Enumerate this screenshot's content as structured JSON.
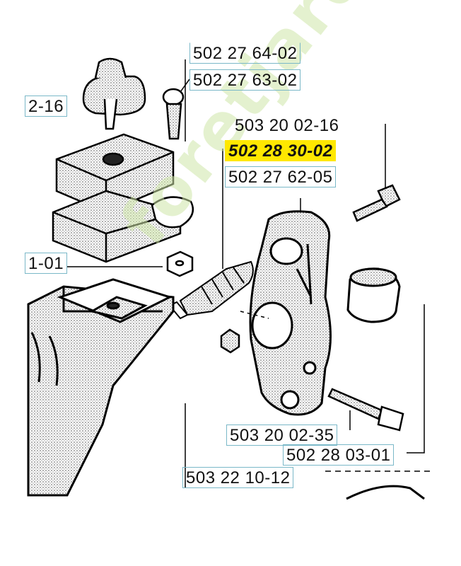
{
  "labels": {
    "l1": "502 27 64-02",
    "l2": "502 27 63-02",
    "l3": "2-16",
    "l4": "503 20 02-16",
    "l5": "502 28 30-02",
    "l6": "502 27 62-05",
    "l7": "1-01",
    "l8": "503 20 02-35",
    "l9": "502 28 03-01",
    "l10": "503 22 10-12"
  },
  "watermark": "foretjardin.com",
  "colors": {
    "highlight": "#ffe800",
    "label_border": "#7ab8c8",
    "watermark": "#cfe6a8"
  }
}
